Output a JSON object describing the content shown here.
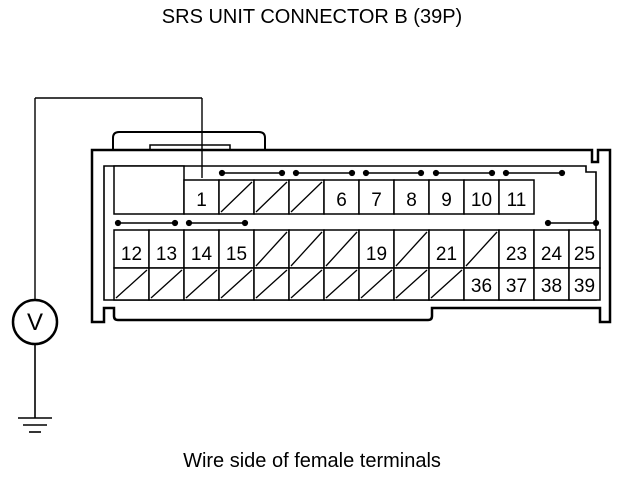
{
  "title": "SRS UNIT CONNECTOR B (39P)",
  "caption": "Wire side of female terminals",
  "meter_symbol": "V",
  "ground_icon": "ground-icon",
  "connector": {
    "row1": [
      "",
      "1",
      "",
      "",
      "",
      "6",
      "7",
      "8",
      "9",
      "10",
      "11"
    ],
    "row2": [
      "12",
      "13",
      "14",
      "15",
      "",
      "",
      "",
      "19",
      "",
      "21",
      "",
      "23",
      "24",
      "25"
    ],
    "row3": [
      "",
      "",
      "",
      "",
      "",
      "",
      "",
      "",
      "",
      "",
      "36",
      "37",
      "38",
      "39"
    ]
  }
}
